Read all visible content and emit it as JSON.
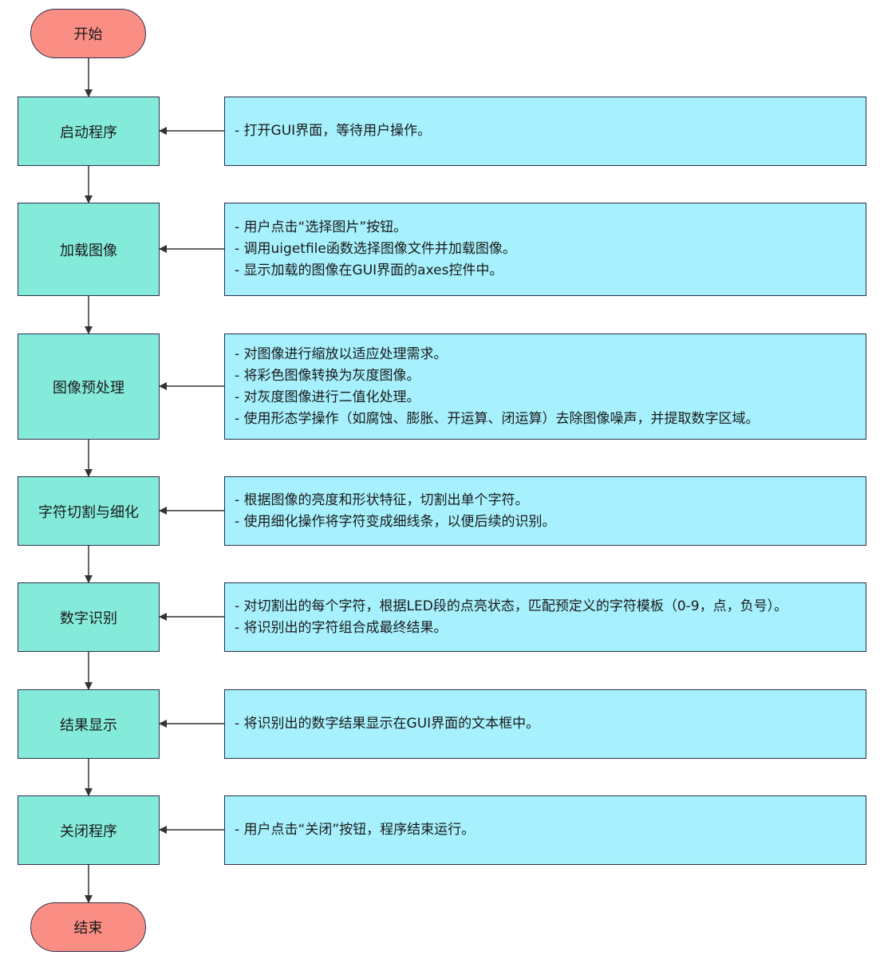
{
  "start": {
    "label": "开始"
  },
  "end": {
    "label": "结束"
  },
  "steps": [
    {
      "label": "启动程序",
      "notes": [
        "- 打开GUI界面，等待用户操作。"
      ]
    },
    {
      "label": "加载图像",
      "notes": [
        "- 用户点击“选择图片”按钮。",
        "- 调用uigetfile函数选择图像文件并加载图像。",
        "- 显示加载的图像在GUI界面的axes控件中。"
      ]
    },
    {
      "label": "图像预处理",
      "notes": [
        "- 对图像进行缩放以适应处理需求。",
        "- 将彩色图像转换为灰度图像。",
        "- 对灰度图像进行二值化处理。",
        "- 使用形态学操作（如腐蚀、膨胀、开运算、闭运算）去除图像噪声，并提取数字区域。"
      ]
    },
    {
      "label": "字符切割与细化",
      "notes": [
        "- 根据图像的亮度和形状特征，切割出单个字符。",
        "- 使用细化操作将字符变成细线条，以便后续的识别。"
      ]
    },
    {
      "label": "数字识别",
      "notes": [
        "- 对切割出的每个字符，根据LED段的点亮状态，匹配预定义的字符模板（0-9，点，负号）。",
        "- 将识别出的字符组合成最终结果。"
      ]
    },
    {
      "label": "结果显示",
      "notes": [
        "- 将识别出的数字结果显示在GUI界面的文本框中。"
      ]
    },
    {
      "label": "关闭程序",
      "notes": [
        "- 用户点击“关闭”按钮，程序结束运行。"
      ]
    }
  ],
  "colors": {
    "terminal_fill": "#fa8e84",
    "step_fill": "#84ebdb",
    "note_fill": "#a6f1fd",
    "stroke": "#2b2f4a"
  }
}
